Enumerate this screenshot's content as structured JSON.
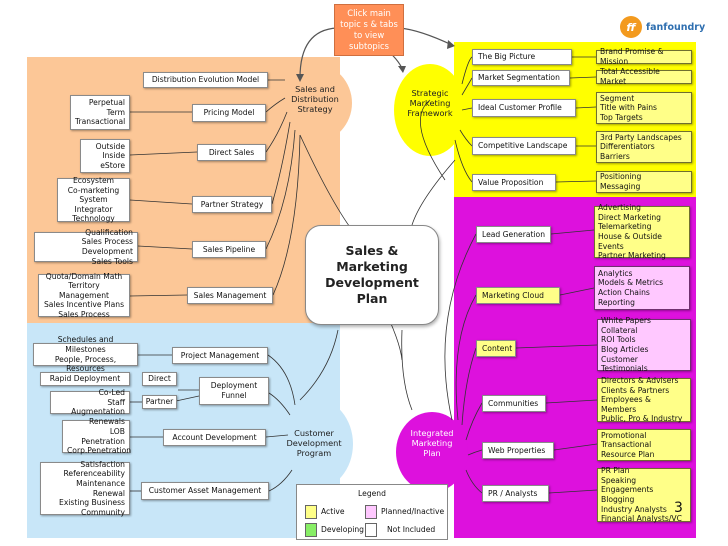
{
  "instruction": {
    "lines": [
      "Click main",
      "topic s & tabs",
      "to view",
      "subtopics"
    ]
  },
  "logo": {
    "text": "fanfoundry",
    "mark": "ff"
  },
  "center": {
    "lines": [
      "Sales &",
      "Marketing",
      "Development",
      "Plan"
    ]
  },
  "page_number": "3",
  "colors": {
    "orange": "#fcc797",
    "yellow": "#ffff00",
    "purple": "#dd11dd",
    "blue": "#c8e6f8",
    "active_box": "#ffff88",
    "planned_box": "#ffc8ff"
  },
  "hubs": {
    "sales": {
      "lines": [
        "Sales and",
        "Distribution",
        "Strategy"
      ]
    },
    "strategic": {
      "lines": [
        "Strategic",
        "Marketing",
        "Framework"
      ]
    },
    "integrated": {
      "lines": [
        "Integrated",
        "Marketing",
        "Plan"
      ]
    },
    "customer": {
      "lines": [
        "Customer",
        "Development",
        "Program"
      ]
    }
  },
  "sales": {
    "distribution_model": "Distribution  Evolution Model",
    "pricing_model": "Pricing  Model",
    "pricing_details": [
      "Perpetual",
      "Term",
      "Transactional"
    ],
    "direct_sales": "Direct Sales",
    "direct_details": [
      "Outside",
      "Inside",
      "eStore"
    ],
    "partner_strategy": "Partner Strategy",
    "partner_details": [
      "Ecosystem",
      "Co-marketing",
      "System Integrator",
      "Technology"
    ],
    "sales_pipeline": "Sales Pipeline",
    "pipeline_details": [
      "Qualification",
      "Sales Process Development",
      "Sales Tools"
    ],
    "sales_management": "Sales Management",
    "management_details": [
      "Quota/Domain Math",
      "Territory Management",
      "Sales Incentive Plans",
      "Sales Process"
    ]
  },
  "strategic": {
    "items": [
      {
        "label": "The Big Picture",
        "details": [
          "Brand Promise & Mission"
        ]
      },
      {
        "label": "Market Segmentation",
        "details": [
          "Total Accessible Market"
        ]
      },
      {
        "label": "Ideal Customer Profile",
        "details": [
          "Segment",
          "Title with Pains",
          "Top Targets"
        ]
      },
      {
        "label": "Competitive Landscape",
        "details": [
          "3rd Party Landscapes",
          "Differentiators",
          "Barriers"
        ]
      },
      {
        "label": "Value Proposition",
        "details": [
          "Positioning",
          "Messaging"
        ]
      }
    ]
  },
  "integrated": {
    "items": [
      {
        "label": "Lead Generation",
        "details": [
          "Advertising",
          "Direct Marketing",
          "Telemarketing",
          "House & Outside Events",
          "Partner Marketing"
        ]
      },
      {
        "label": "Marketing Cloud",
        "details": [
          "Analytics",
          "Models & Metrics",
          "Action Chains",
          "Reporting"
        ]
      },
      {
        "label": "Content",
        "details": [
          "White Papers",
          "Collateral",
          "ROI Tools",
          "Blog Articles",
          "Customer Testimonials"
        ]
      },
      {
        "label": "Communities",
        "details": [
          "Directors & Advisers",
          "Clients & Partners",
          "Employees & Members",
          "Public, Pro & Industry"
        ]
      },
      {
        "label": "Web Properties",
        "details": [
          "Promotional",
          "Transactional",
          "Resource Plan"
        ]
      },
      {
        "label": "PR / Analysts",
        "details": [
          "PR Plan",
          "Speaking Engagements",
          "Blogging",
          "Industry Analysts",
          "Financial Analysts/VC"
        ]
      }
    ]
  },
  "customer": {
    "project_management": "Project Management",
    "project_details": [
      "Schedules and Milestones",
      "People, Process, Resources"
    ],
    "deployment_funnel": "Deployment Funnel",
    "direct": "Direct",
    "partner": "Partner",
    "rapid_deployment": "Rapid Deployment",
    "staff_details": [
      "Co-Led",
      "Staff Augmentation"
    ],
    "account_development": "Account  Development",
    "account_details": [
      "Renewals",
      "LOB Penetration",
      "Corp.Penetration"
    ],
    "asset_management": "Customer Asset Management",
    "asset_details": [
      "Satisfaction",
      "Referenceability",
      "Maintenance Renewal",
      "Existing Business",
      "Community"
    ]
  },
  "legend": {
    "title": "Legend",
    "items": [
      {
        "label": "Active",
        "color": "#ffff88"
      },
      {
        "label": "Planned/Inactive",
        "color": "#ffc8ff"
      },
      {
        "label": "Developing",
        "color": "#88ee66"
      },
      {
        "label": "Not Included",
        "color": "#ffffff"
      }
    ]
  }
}
